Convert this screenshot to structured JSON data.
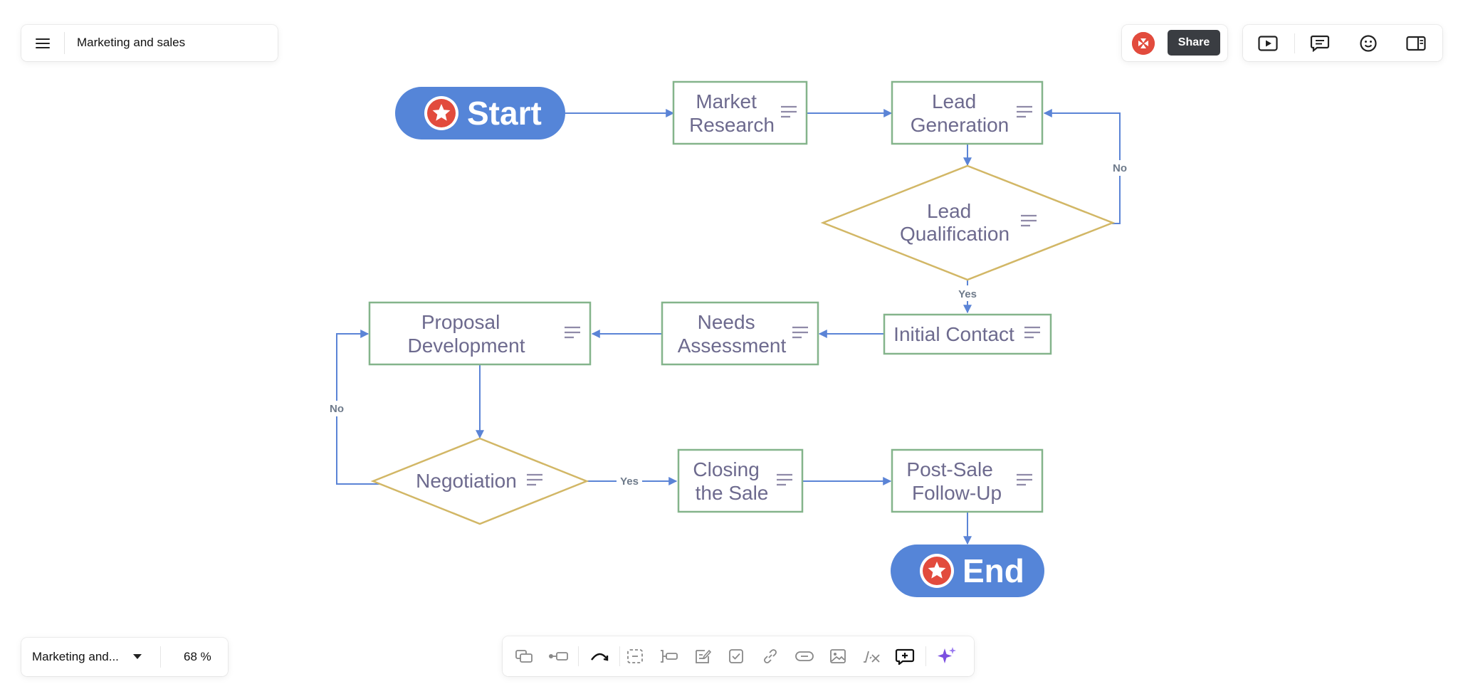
{
  "header": {
    "board_title": "Marketing and sales"
  },
  "share": {
    "label": "Share"
  },
  "footer": {
    "board_name": "Marketing and...",
    "zoom": "68 %"
  },
  "colors": {
    "terminal": "#5585d8",
    "process_border": "#84b48b",
    "decision_border": "#d2b766",
    "edge": "#5b84d6",
    "text": "#6d6a8e"
  },
  "diagram": {
    "start": "Start",
    "end": "End",
    "market_research": [
      "Market",
      "Research"
    ],
    "lead_generation": [
      "Lead",
      "Generation"
    ],
    "lead_qualification": [
      "Lead",
      "Qualification"
    ],
    "initial_contact": "Initial Contact",
    "needs_assessment": [
      "Needs",
      "Assessment"
    ],
    "proposal_development": [
      "Proposal",
      "Development"
    ],
    "negotiation": "Negotiation",
    "closing_the_sale": [
      "Closing",
      "the Sale"
    ],
    "post_sale_follow_up": [
      "Post-Sale",
      "Follow-Up"
    ],
    "edge_labels": {
      "qualify_no": "No",
      "qualify_yes": "Yes",
      "negotiation_no": "No",
      "negotiation_yes": "Yes"
    }
  },
  "icons": {
    "menu": "hamburger-icon",
    "presentation": "play-screen-icon",
    "comments": "comment-icon",
    "reactions": "smiley-icon",
    "panel": "side-panel-icon",
    "toolbar": [
      "frames-icon",
      "connector-shape-icon",
      "curved-connector-icon",
      "container-icon",
      "bracket-icon",
      "note-icon",
      "checkbox-icon",
      "link-icon",
      "embed-link-icon",
      "image-icon",
      "formula-icon",
      "add-shape-icon",
      "ai-sparkle-icon"
    ]
  }
}
